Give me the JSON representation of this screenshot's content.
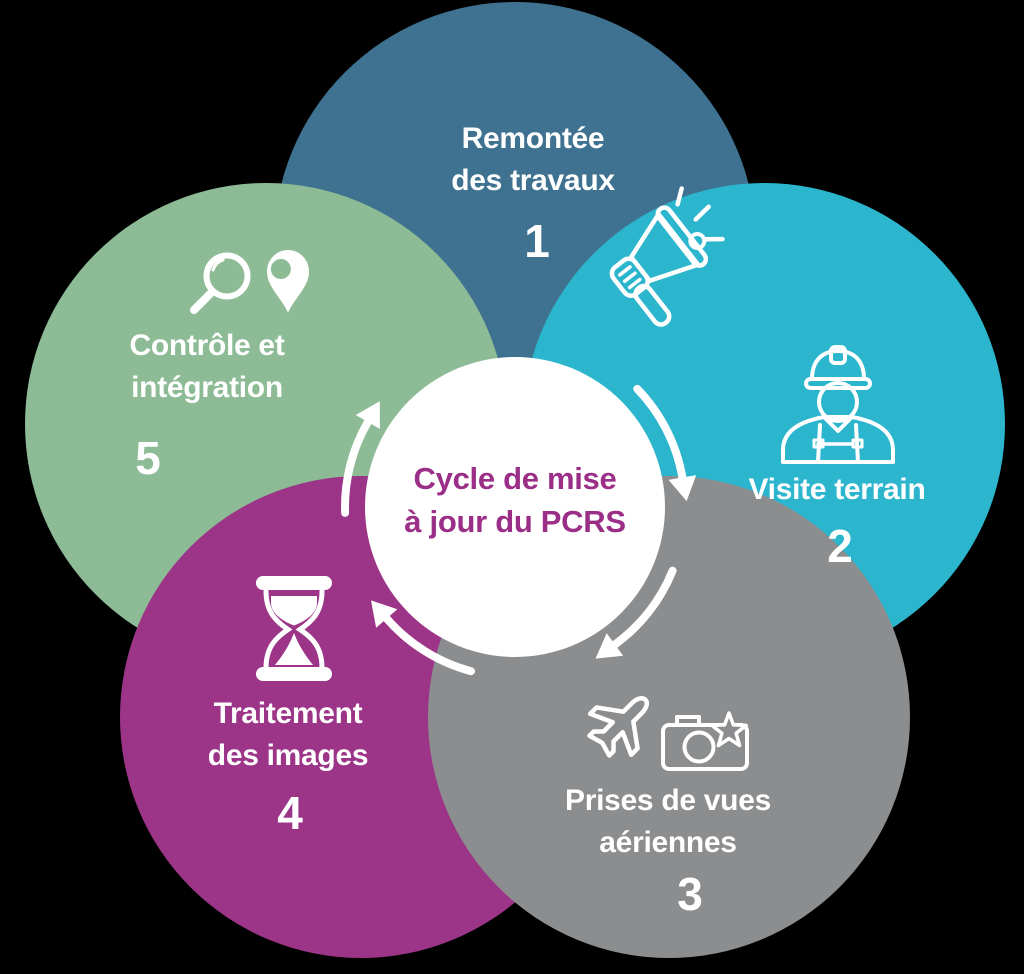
{
  "background_color": "#000000",
  "diagram": {
    "center": {
      "title_line1": "Cycle de mise",
      "title_line2": "à jour du PCRS",
      "text_color": "#9B2E86",
      "circle_color": "#FFFFFF"
    },
    "steps": [
      {
        "number": "1",
        "label_line1": "Remontée",
        "label_line2": "des travaux",
        "icon": "megaphone-icon",
        "color": "#3E7290"
      },
      {
        "number": "2",
        "label_line1": "Visite terrain",
        "label_line2": "",
        "icon": "construction-worker-icon",
        "color": "#2BB6CE"
      },
      {
        "number": "3",
        "label_line1": "Prises de vues",
        "label_line2": "aériennes",
        "icon": "airplane-camera-icon",
        "color": "#8B8D8F"
      },
      {
        "number": "4",
        "label_line1": "Traitement",
        "label_line2": "des images",
        "icon": "hourglass-icon",
        "color": "#9C3487"
      },
      {
        "number": "5",
        "label_line1": "Contrôle et",
        "label_line2": "intégration",
        "icon": "magnifier-map-pin-icon",
        "color": "#8CBB96"
      }
    ],
    "arrows": {
      "color": "#FFFFFF",
      "count": 4,
      "direction": "clockwise"
    }
  }
}
